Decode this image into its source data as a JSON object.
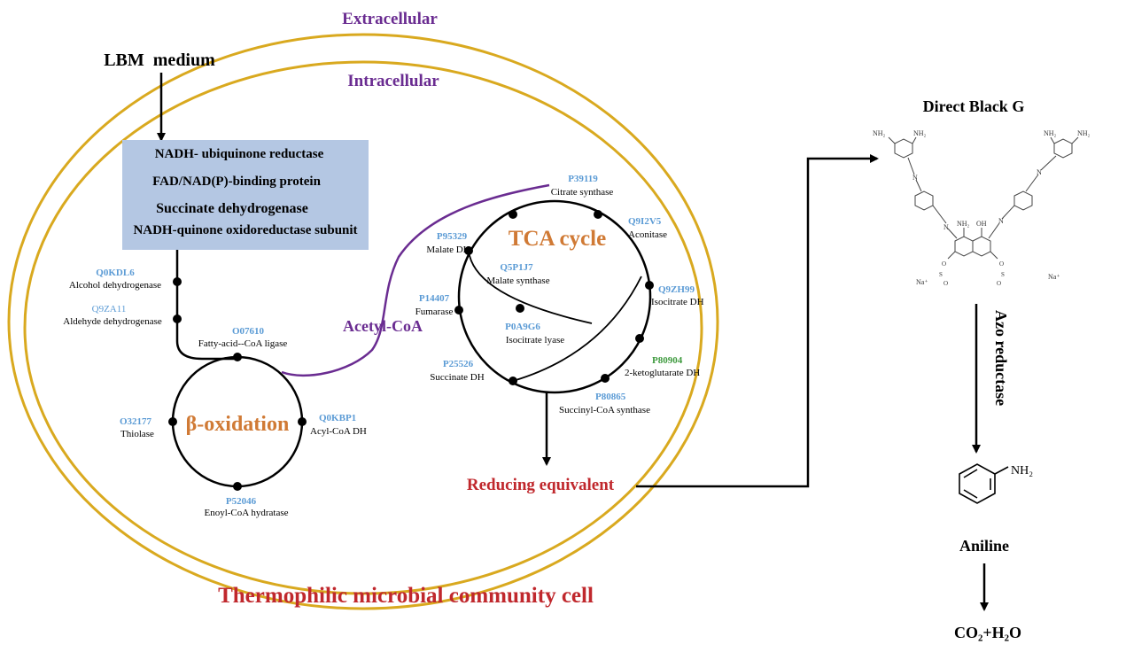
{
  "regions": {
    "extracellular": "Extracellular",
    "intracellular": "Intracellular",
    "cell": "Thermophilic microbial community cell"
  },
  "input": {
    "medium": "LBM  medium"
  },
  "complex": {
    "lines": [
      "NADH- ubiquinone reductase",
      "FAD/NAD(P)-binding protein",
      "Succinate dehydrogenase",
      "NADH-quinone oxidoreductase subunit"
    ]
  },
  "branch": {
    "q0kdl6": {
      "id": "Q0KDL6",
      "name": "Alcohol dehydrogenase"
    },
    "q9za11": {
      "id": "Q9ZA11",
      "name": "Aldehyde dehydrogenase"
    }
  },
  "beta": {
    "title": "β-oxidation",
    "o07610": {
      "id": "O07610",
      "name": "Fatty-acid--CoA ligase"
    },
    "q0kbp1": {
      "id": "Q0KBP1",
      "name": "Acyl-CoA DH"
    },
    "p52046": {
      "id": "P52046",
      "name": "Enoyl-CoA hydratase"
    },
    "o32177": {
      "id": "O32177",
      "name": "Thiolase"
    }
  },
  "acetyl": "Acetyl-CoA",
  "tca": {
    "title": "TCA cycle",
    "p39119": {
      "id": "P39119",
      "name": "Citrate synthase"
    },
    "q9i2v5": {
      "id": "Q9I2V5",
      "name": "Aconitase"
    },
    "q9zh99": {
      "id": "Q9ZH99",
      "name": "Isocitrate DH"
    },
    "p80904": {
      "id": "P80904",
      "name": "2-ketoglutarate DH"
    },
    "p80865": {
      "id": "P80865",
      "name": "Succinyl-CoA synthase"
    },
    "p25526": {
      "id": "P25526",
      "name": "Succinate DH"
    },
    "p14407": {
      "id": "P14407",
      "name": "Fumarase"
    },
    "p95329": {
      "id": "P95329",
      "name": "Malate DH"
    },
    "q5p1j7": {
      "id": "Q5P1J7",
      "name": "Malate synthase"
    },
    "p0a9g6": {
      "id": "P0A9G6",
      "name": "Isocitrate lyase"
    }
  },
  "reducing": "Reducing equivalent",
  "dye": {
    "title": "Direct Black G",
    "nh2": "NH₂",
    "oh": "OH",
    "n": "N",
    "na": "Na⁺"
  },
  "reductase": "Azo reductase",
  "aniline": {
    "label": "Aniline",
    "group": "NH₂"
  },
  "product": "CO₂+H₂O",
  "colors": {
    "ring": "#d9a91f",
    "purple": "#6a2c91",
    "red": "#c0282d",
    "orange": "#d07a35",
    "blue": "#5b9bd5",
    "green": "#3e9a3e",
    "box": "#b4c7e3"
  }
}
